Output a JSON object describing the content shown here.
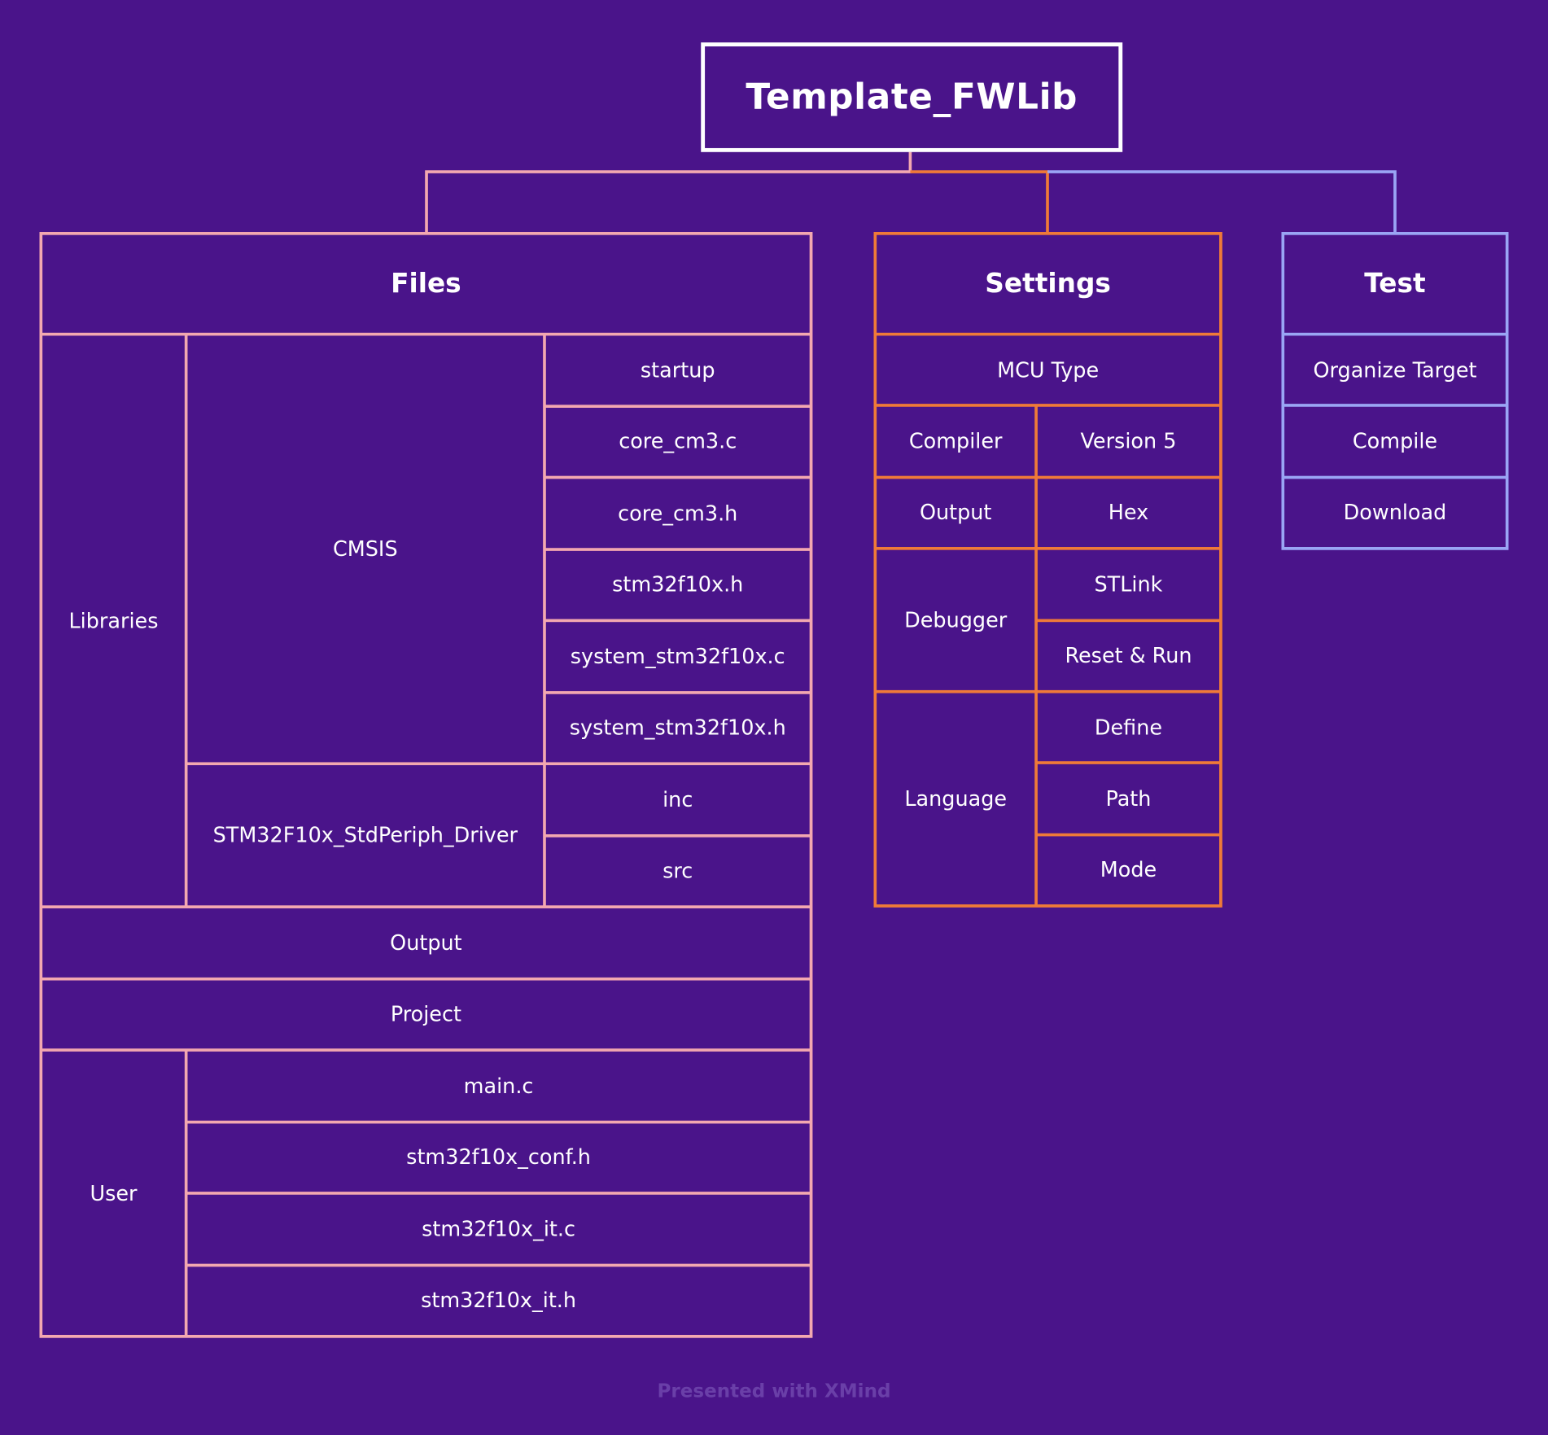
{
  "root": {
    "label": "Template_FWLib"
  },
  "colors": {
    "background": "#4a148a",
    "files": "#f3a8b0",
    "settings": "#f07a38",
    "test": "#9aa5f5"
  },
  "files": {
    "title": "Files",
    "libraries": "Libraries",
    "cmsis": "CMSIS",
    "cmsis_items": [
      "startup",
      "core_cm3.c",
      "core_cm3.h",
      "stm32f10x.h",
      "system_stm32f10x.c",
      "system_stm32f10x.h"
    ],
    "driver": "STM32F10x_StdPeriph_Driver",
    "driver_items": [
      "inc",
      "src"
    ],
    "output": "Output",
    "project": "Project",
    "user": "User",
    "user_items": [
      "main.c",
      "stm32f10x_conf.h",
      "stm32f10x_it.c",
      "stm32f10x_it.h"
    ]
  },
  "settings": {
    "title": "Settings",
    "mcu_type": "MCU Type",
    "compiler": "Compiler",
    "compiler_value": "Version 5",
    "output": "Output",
    "output_value": "Hex",
    "debugger": "Debugger",
    "debugger_items": [
      "STLink",
      "Reset & Run"
    ],
    "language": "Language",
    "language_items": [
      "Define",
      "Path",
      "Mode"
    ]
  },
  "test": {
    "title": "Test",
    "items": [
      "Organize Target",
      "Compile",
      "Download"
    ]
  },
  "footer": {
    "text": "Presented with XMind"
  }
}
